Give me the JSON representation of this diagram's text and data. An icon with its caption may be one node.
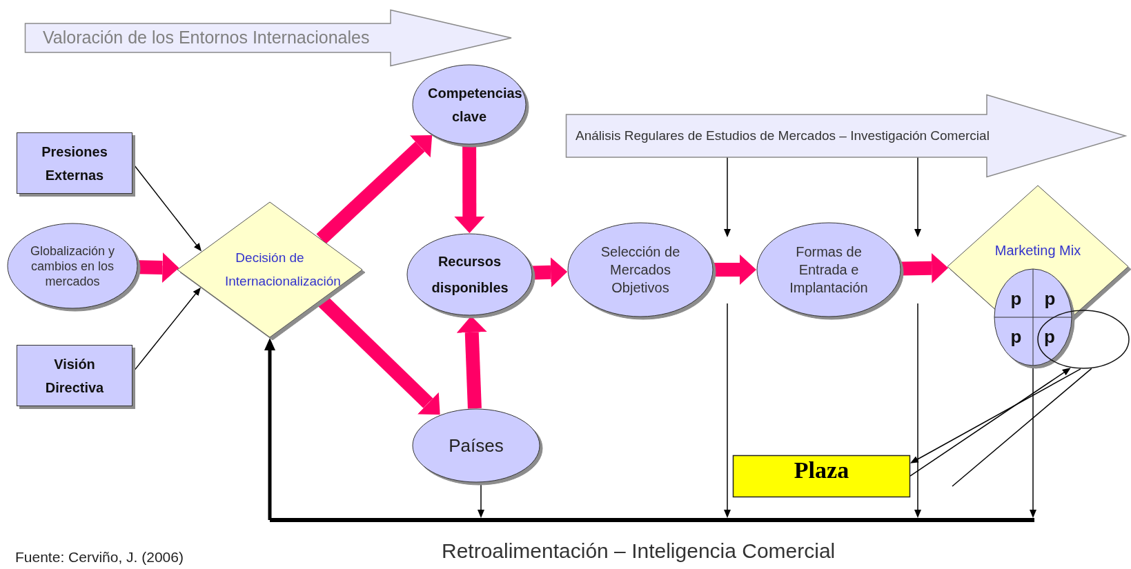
{
  "diagram": {
    "nodes": [
      {
        "text": [
          "Valoración de los Entornos Internacionales"
        ]
      },
      {
        "text": [
          "Competencias clave"
        ]
      },
      {
        "text": [
          "Presiones Externas"
        ]
      },
      {
        "text": [
          "Análisis Regulares de Estudios de Mercados – Investigación Comercial"
        ]
      },
      {
        "text": [
          "Globalización y cambios en los mercados"
        ]
      },
      {
        "text": [
          "Decisión de Internacionalización"
        ]
      },
      {
        "text": [
          "Recursos disponibles"
        ]
      },
      {
        "text": [
          "Selección de Mercados Objetivos"
        ]
      },
      {
        "text": [
          "Formas de Entrada e Implantación"
        ]
      },
      {
        "text": [
          "Marketing Mix"
        ]
      },
      {
        "text": [
          "p",
          "p",
          "p"
        ]
      },
      {
        "text": [
          "p"
        ]
      },
      {
        "text": [
          "Visión Directiva"
        ]
      },
      {
        "text": [
          "Países"
        ]
      },
      {
        "text": [
          "Plaza"
        ]
      },
      {
        "text": [],
        "shape": "bar"
      }
    ],
    "edges": [
      {
        "from": 2,
        "to": 5,
        "arrow": "to"
      },
      {
        "from": 4,
        "to": 5,
        "arrow": "to",
        "style": "thick",
        "color": "#ff0066"
      },
      {
        "from": 12,
        "to": 5,
        "arrow": "to"
      },
      {
        "from": 5,
        "to": 1,
        "arrow": "to",
        "style": "thick",
        "color": "#ff0066"
      },
      {
        "from": 5,
        "to": 13,
        "arrow": "to",
        "style": "thick",
        "color": "#ff0066"
      },
      {
        "from": 1,
        "to": 6,
        "arrow": "to",
        "style": "thick",
        "color": "#ff0066"
      },
      {
        "from": 13,
        "to": 6,
        "arrow": "to",
        "style": "thick",
        "color": "#ff0066"
      },
      {
        "from": 6,
        "to": 7,
        "arrow": "to",
        "style": "thick",
        "color": "#ff0066"
      },
      {
        "from": 7,
        "to": 8,
        "arrow": "to",
        "style": "thick",
        "color": "#ff0066"
      },
      {
        "from": 8,
        "to": 9,
        "arrow": "to",
        "style": "thick",
        "color": "#ff0066"
      },
      {
        "from": 3,
        "to": null,
        "arrow": "to"
      },
      {
        "from": 3,
        "to": null,
        "arrow": "to"
      },
      {
        "from": null,
        "to": 15,
        "arrow": "to"
      },
      {
        "from": null,
        "to": 15,
        "arrow": "to"
      },
      {
        "from": 13,
        "to": 15,
        "arrow": "to"
      },
      {
        "from": 10,
        "to": 15,
        "arrow": "to"
      },
      {
        "from": 15,
        "to": 5,
        "arrow": "to",
        "style": "thick"
      },
      {
        "from": 11,
        "to": 14,
        "arrow": "to"
      },
      {
        "from": 14,
        "to": 11,
        "arrow": "to"
      },
      {
        "from": 11,
        "to": null,
        "arrow": "none"
      }
    ],
    "labels": [
      "Retroalimentación – Inteligencia Comercial",
      "Fuente: Cerviño, J. (2006)"
    ]
  }
}
